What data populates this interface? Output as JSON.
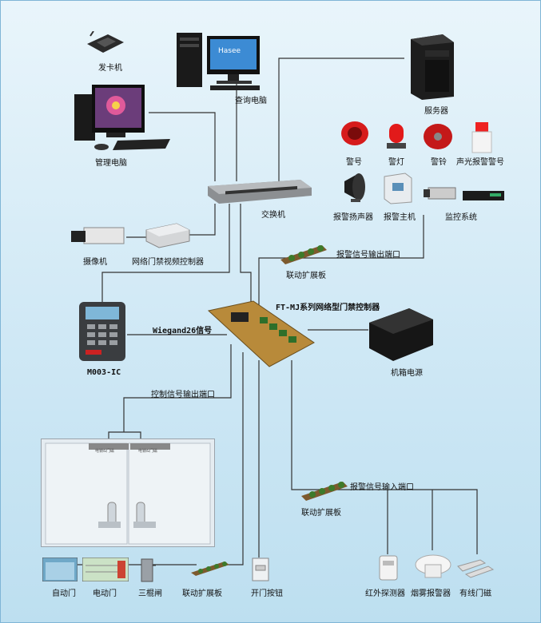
{
  "devices": {
    "card_issuer": "发卡机",
    "query_pc": "查询电脑",
    "server": "服务器",
    "mgmt_pc": "管理电脑",
    "siren": "警号",
    "warning_light": "警灯",
    "bell": "警铃",
    "sound_light_alarm": "声光报警警号",
    "alarm_speaker": "报警扬声器",
    "alarm_host": "报警主机",
    "surveillance": "监控系统",
    "switch": "交换机",
    "camera": "摄像机",
    "video_controller": "网络门禁视频控制器",
    "expansion_board_top": "联动扩展板",
    "alarm_out_port": "报警信号输出端口",
    "reader": "M003-IC",
    "wiegand": "Wiegand26信号",
    "controller": "FT-MJ系列网络型门禁控制器",
    "chassis_power": "机箱电源",
    "control_out_port": "控制信号输出端口",
    "door_magnet_left": "电锁&门磁",
    "door_magnet_right": "电锁&门磁",
    "alarm_in_port": "报警信号输入端口",
    "expansion_board_mid": "联动扩展板",
    "auto_door": "自动门",
    "electric_door": "电动门",
    "tripod_gate": "三棍闸",
    "expansion_board_bottom": "联动扩展板",
    "exit_button": "开门按钮",
    "pir_detector": "红外探测器",
    "smoke_alarm": "烟雾报警器",
    "wired_door_sensor": "有线门磁"
  },
  "brand": {
    "monitor_logo": "Hasee"
  }
}
